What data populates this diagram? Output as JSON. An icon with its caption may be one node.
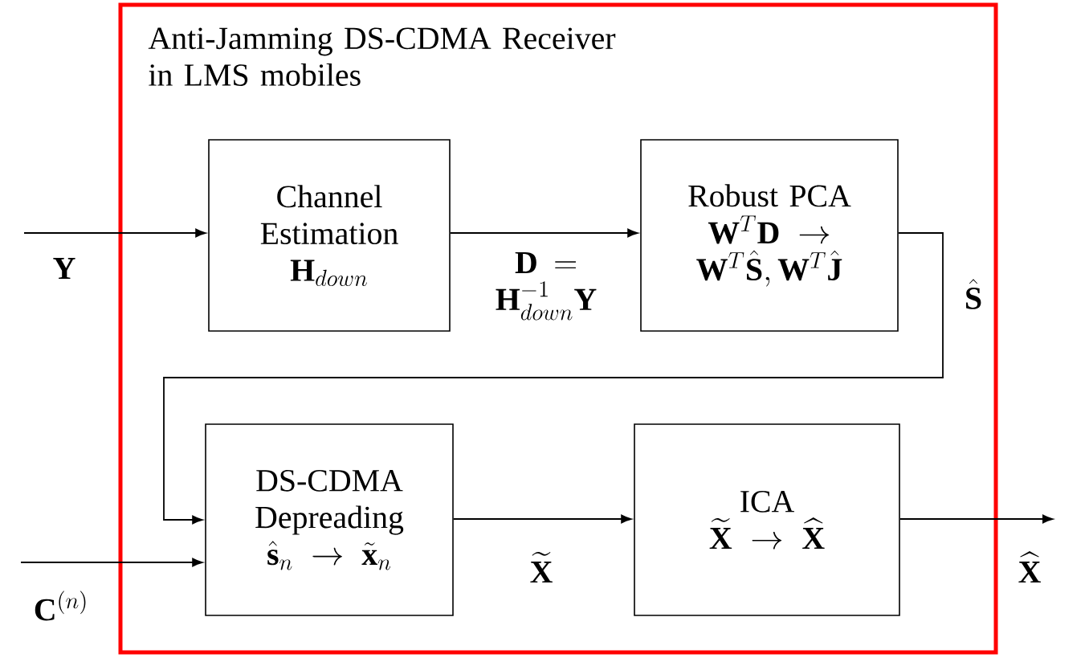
{
  "diagram": {
    "nodes": [
      {
        "text": [
          "Anti-Jamming DS-CDMA Receiver in LMS mobiles"
        ]
      },
      {
        "text": [
          "Channel Estimation",
          "\\mathbf{H}_{down}"
        ],
        "in": 0
      },
      {
        "text": [
          "Robust PCA",
          "\\mathbf{W}^T\\mathbf{D} \\rightarrow \\mathbf{W}^T\\hat{\\mathbf{S}}, \\mathbf{W}^T\\hat{\\mathbf{J}}"
        ],
        "in": 0
      },
      {
        "text": [
          "DS-CDMA Depreading",
          "\\hat{\\mathbf{s}}_n \\rightarrow \\tilde{\\mathbf{x}}_n"
        ],
        "in": 0
      },
      {
        "text": [
          "ICA",
          "\\widetilde{\\mathbf{X}} \\rightarrow \\widehat{\\mathbf{X}}"
        ],
        "in": 0
      }
    ],
    "edges": [
      {
        "from": null,
        "to": 1,
        "arrow": "to",
        "label": "\\mathbf{Y}"
      },
      {
        "from": 1,
        "to": 2,
        "arrow": "to",
        "label": "\\mathbf{D} = \\mathbf{H}_{down}^{-1}\\mathbf{Y}"
      },
      {
        "from": 2,
        "to": 3,
        "arrow": "to",
        "label": "\\hat{\\mathbf{S}}"
      },
      {
        "from": null,
        "to": 3,
        "arrow": "to",
        "label": "\\mathbf{C}^{(n)}"
      },
      {
        "from": 3,
        "to": 4,
        "arrow": "to",
        "label": "\\widetilde{\\mathbf{X}}"
      },
      {
        "from": 4,
        "to": null,
        "arrow": "to",
        "label": "\\widehat{\\mathbf{X}}"
      }
    ]
  }
}
